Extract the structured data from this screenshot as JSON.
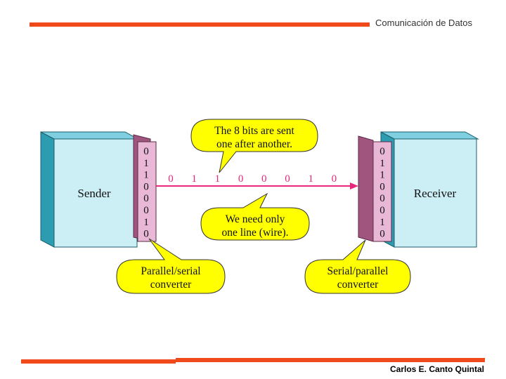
{
  "header": {
    "title": "Comunicación de Datos",
    "accent_color": "#f04a1c"
  },
  "footer": {
    "author": "Carlos E. Canto Quintal"
  },
  "diagram": {
    "sender_label": "Sender",
    "receiver_label": "Receiver",
    "sender_bits": [
      "0",
      "1",
      "1",
      "0",
      "0",
      "0",
      "1",
      "0"
    ],
    "receiver_bits": [
      "0",
      "1",
      "1",
      "0",
      "0",
      "0",
      "1",
      "0"
    ],
    "line_bits": [
      "0",
      "1",
      "1",
      "0",
      "0",
      "0",
      "1",
      "0"
    ],
    "callout_top": [
      "The 8 bits are sent",
      "one after another."
    ],
    "callout_line": [
      "We need only",
      "one line (wire)."
    ],
    "callout_left": [
      "Parallel/serial",
      "converter"
    ],
    "callout_right": [
      "Serial/parallel",
      "converter"
    ],
    "colors": {
      "box_face": "#cceef5",
      "box_side": "#2d9bb0",
      "converter_face": "#e8b8d6",
      "converter_side": "#a0557e",
      "callout": "#ffff00",
      "line": "#e8267a",
      "bits": "#e8267a"
    }
  }
}
